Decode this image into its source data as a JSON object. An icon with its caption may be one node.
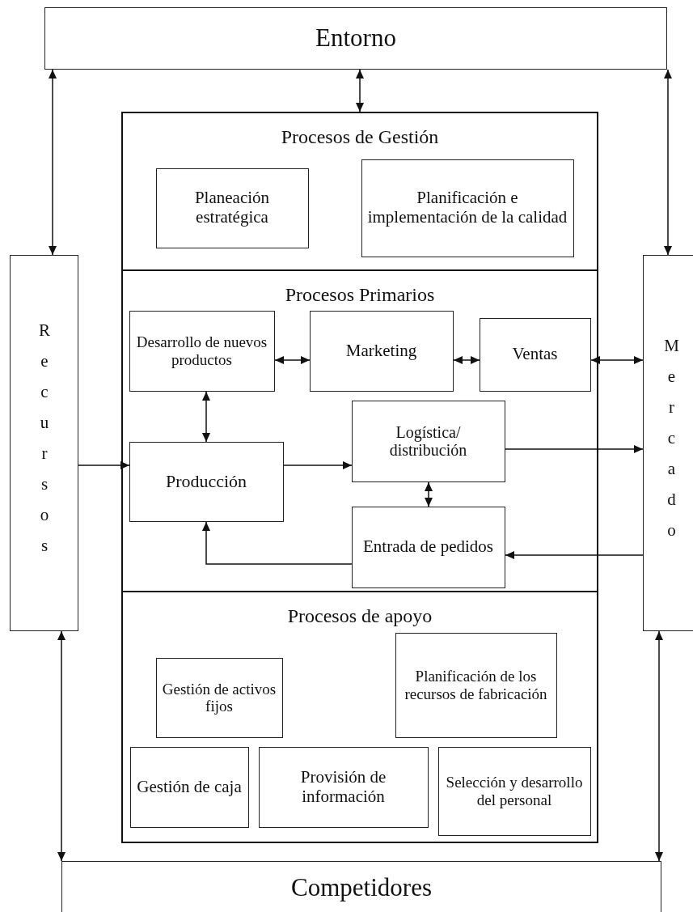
{
  "diagram": {
    "nodes": [
      {
        "text": [
          "Entorno"
        ]
      },
      {
        "text": [
          "Procesos de Gestión"
        ]
      },
      {
        "text": [
          "Planeación estratégica"
        ],
        "in": 1
      },
      {
        "text": [
          "Planificación e implementación de la calidad"
        ],
        "in": 1
      },
      {
        "text": [
          "Recursos"
        ]
      },
      {
        "text": [
          "Procesos Primarios"
        ]
      },
      {
        "text": [
          "Desarrollo de nuevos productos"
        ],
        "in": 5
      },
      {
        "text": [
          "Marketing"
        ],
        "in": 5
      },
      {
        "text": [
          "Ventas"
        ],
        "in": 5
      },
      {
        "text": [
          "Logística/ distribución"
        ],
        "in": 5
      },
      {
        "text": [
          "Producción"
        ],
        "in": 5
      },
      {
        "text": [
          "Entrada de pedidos"
        ],
        "in": 5
      },
      {
        "text": [
          "Mercado"
        ]
      },
      {
        "text": [
          "Procesos de apoyo"
        ]
      },
      {
        "text": [
          "Gestión de activos fijos"
        ],
        "in": 13
      },
      {
        "text": [
          "Planificación de los recursos de fabricación"
        ],
        "in": 13
      },
      {
        "text": [
          "Gestión de caja"
        ],
        "in": 13
      },
      {
        "text": [
          "Provisión de información"
        ],
        "in": 13
      },
      {
        "text": [
          "Selección y desarrollo del personal"
        ],
        "in": 13
      },
      {
        "text": [
          "Competidores"
        ]
      }
    ],
    "edges": [
      {
        "from": 0,
        "to": 1,
        "arrow": "both"
      },
      {
        "from": 0,
        "to": 4,
        "arrow": "both"
      },
      {
        "from": 0,
        "to": 12,
        "arrow": "both"
      },
      {
        "from": 6,
        "to": 7,
        "arrow": "both"
      },
      {
        "from": 7,
        "to": 8,
        "arrow": "both"
      },
      {
        "from": 8,
        "to": 12,
        "arrow": "both"
      },
      {
        "from": 6,
        "to": 10,
        "arrow": "both"
      },
      {
        "from": 4,
        "to": 10,
        "arrow": "to"
      },
      {
        "from": 10,
        "to": 9,
        "arrow": "to"
      },
      {
        "from": 9,
        "to": 12,
        "arrow": "to"
      },
      {
        "from": 9,
        "to": 11,
        "arrow": "both"
      },
      {
        "from": 12,
        "to": 11,
        "arrow": "to"
      },
      {
        "from": 11,
        "to": 10,
        "arrow": "to"
      },
      {
        "from": 4,
        "to": 19,
        "arrow": "both"
      },
      {
        "from": 12,
        "to": 19,
        "arrow": "both"
      }
    ]
  }
}
